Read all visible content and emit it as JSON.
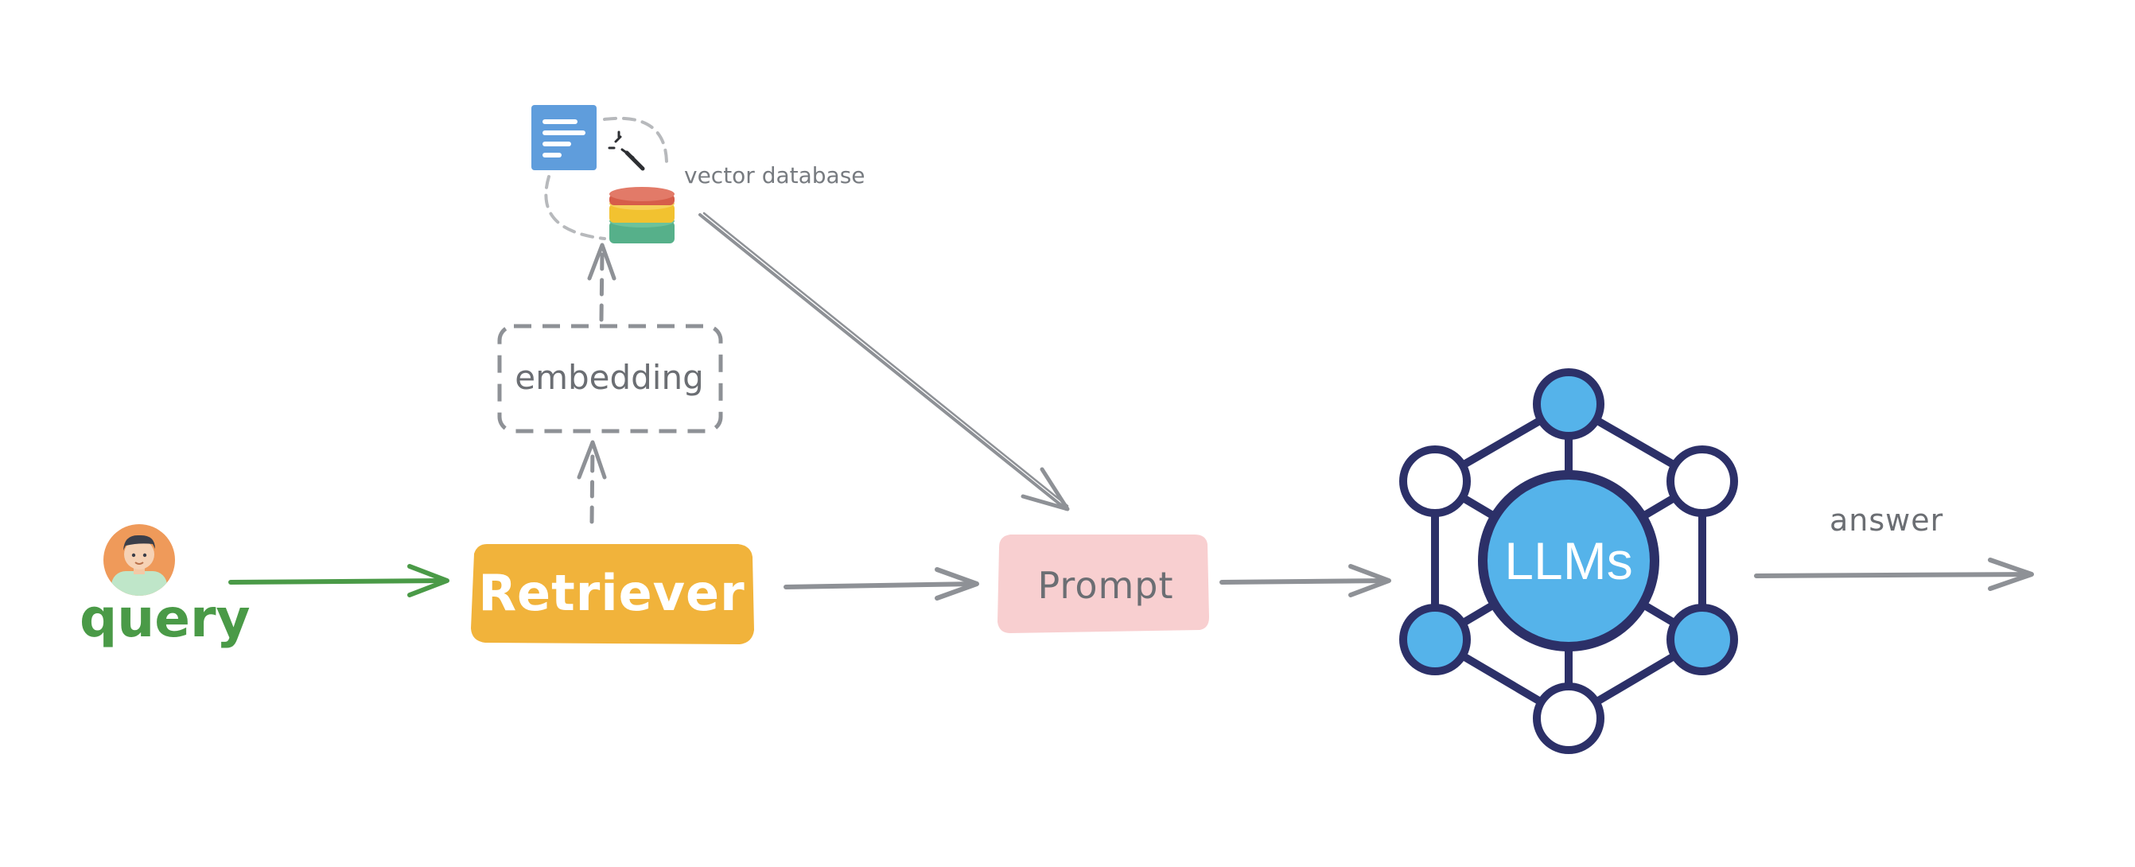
{
  "nodes": {
    "query": {
      "label": "query"
    },
    "vector_database": {
      "label": "vector database"
    },
    "embedding": {
      "label": "embedding"
    },
    "retriever": {
      "label": "Retriever"
    },
    "prompt": {
      "label": "Prompt"
    },
    "llms": {
      "label": "LLMs"
    }
  },
  "edges": {
    "answer": {
      "label": "answer"
    }
  },
  "colors": {
    "query_green": "#4a9a47",
    "retriever_fill": "#f1b33b",
    "prompt_fill": "#f8cfd0",
    "llm_navy": "#2c3068",
    "llm_blue": "#55b3ea",
    "arrow_gray": "#8e9196",
    "doc_blue": "#5f9ddc"
  }
}
